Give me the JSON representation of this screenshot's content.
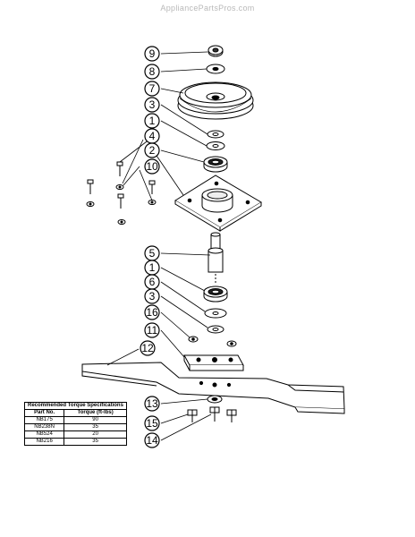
{
  "watermark": "AppliancePartsPros.com",
  "callouts": [
    "9",
    "8",
    "7",
    "3",
    "1",
    "4",
    "2",
    "10",
    "5",
    "1",
    "6",
    "3",
    "16",
    "11",
    "12",
    "13",
    "15",
    "14"
  ],
  "torque_table": {
    "title": "Recommended Torque Specifications",
    "headers": [
      "Part No.",
      "Torque (ft-lbs)"
    ],
    "rows": [
      [
        "NB175",
        "90"
      ],
      [
        "NB238N",
        "35"
      ],
      [
        "NB524",
        "20"
      ],
      [
        "NB216",
        "35"
      ]
    ]
  }
}
